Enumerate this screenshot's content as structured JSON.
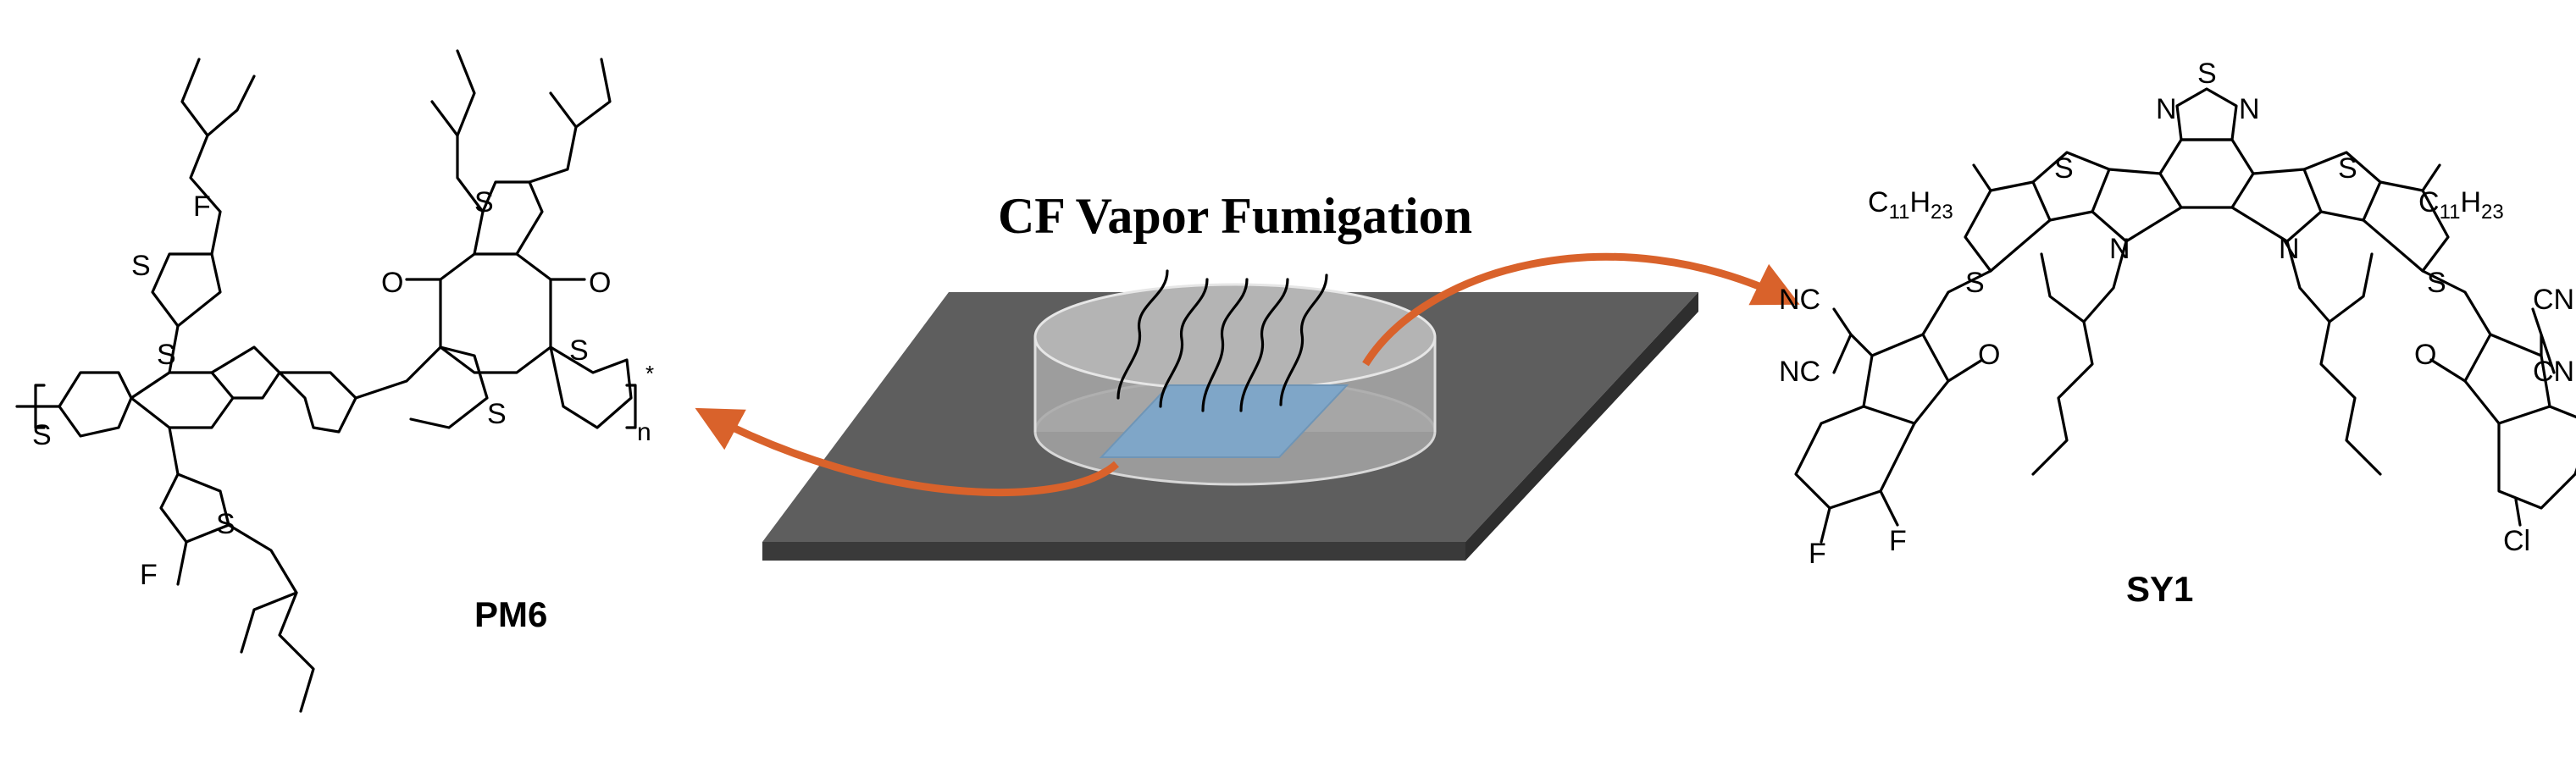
{
  "title": "CF Vapor Fumigation",
  "molecules": {
    "donor": {
      "name": "PM6",
      "atoms": {
        "s1": "S",
        "s2": "S",
        "s3": "S",
        "s4": "S",
        "s5": "S",
        "s6": "S",
        "s7": "S",
        "f1": "F",
        "f2": "F",
        "o1": "O",
        "o2": "O",
        "n": "n",
        "star": "*"
      }
    },
    "acceptor": {
      "name": "SY1",
      "atoms": {
        "c11_left": "C",
        "c11_left_sub1": "11",
        "c11_left_h": "H",
        "c11_left_sub2": "23",
        "c11_right": "C",
        "c11_right_sub1": "11",
        "c11_right_h": "H",
        "c11_right_sub2": "23",
        "s_td": "S",
        "n_td1": "N",
        "n_td2": "N",
        "s1": "S",
        "s2": "S",
        "s3": "S",
        "s4": "S",
        "n1": "N",
        "n2": "N",
        "nc1": "NC",
        "nc2": "NC",
        "cn1": "CN",
        "cn2": "CN",
        "o1": "O",
        "o2": "O",
        "f1": "F",
        "f2": "F",
        "cl": "Cl"
      }
    }
  },
  "colors": {
    "arrow": "#d9622b",
    "substrate_top": "#5e5e5e",
    "substrate_side": "#3a3a3a",
    "film": "#7fa6c8",
    "dish": "#c9c9c9"
  }
}
